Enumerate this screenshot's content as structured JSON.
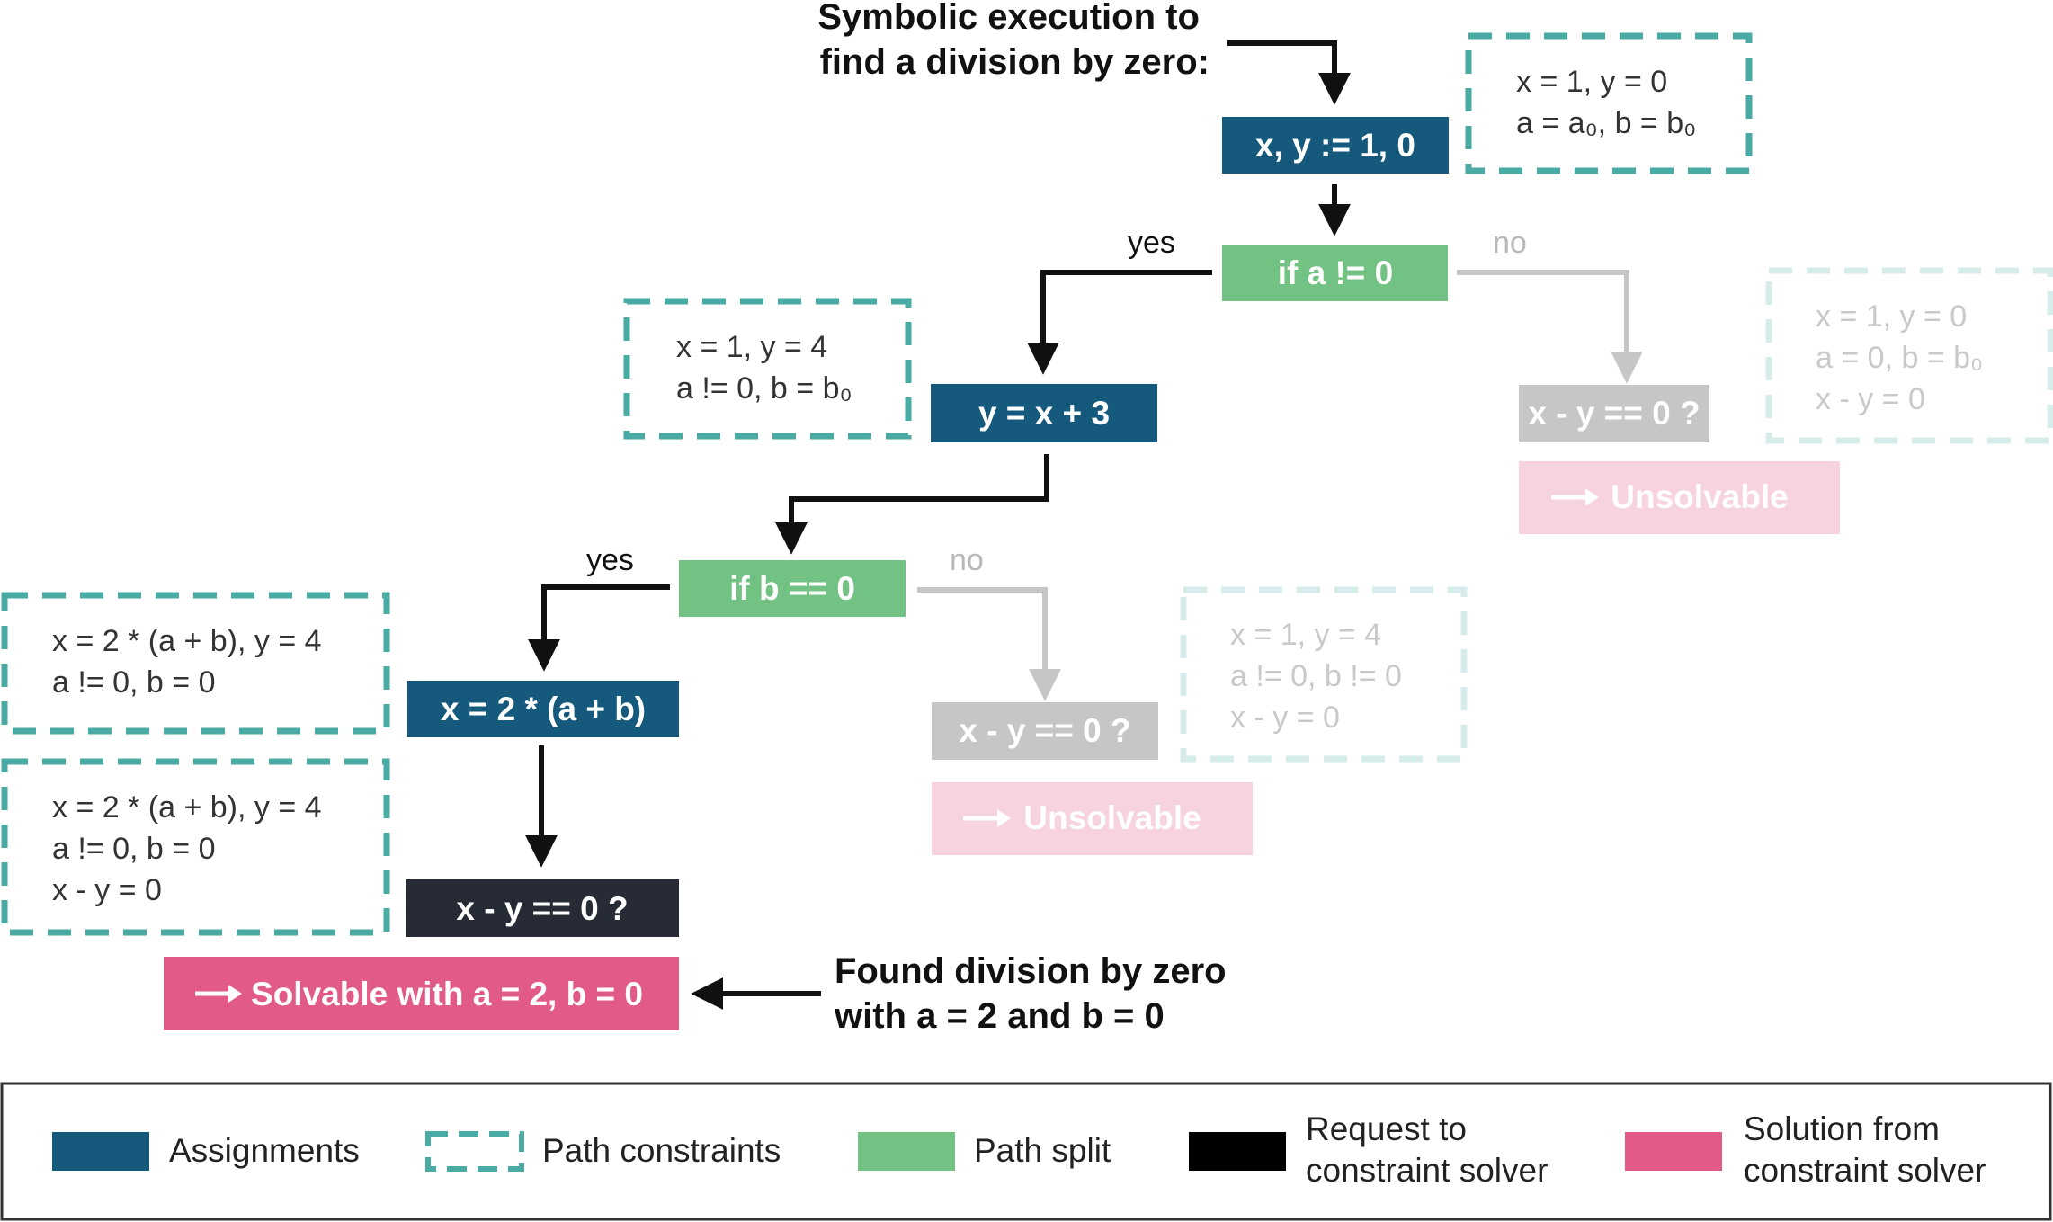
{
  "heading": [
    "Symbolic execution to",
    "find a division by zero:"
  ],
  "found_note": [
    "Found division by zero",
    "with a = 2 and b = 0"
  ],
  "nodes": {
    "init": "x, y := 1, 0",
    "if_a": "if a != 0",
    "y_assign": "y = x + 3",
    "if_b": "if b == 0",
    "x_assign": "x = 2 * (a + b)",
    "request_main": "x - y == 0 ?",
    "request_b_no": "x - y == 0 ?",
    "request_a_no": "x - y == 0 ?",
    "solution_main": "Solvable with a = 2, b = 0",
    "unsolvable_b": "Unsolvable",
    "unsolvable_a": "Unsolvable"
  },
  "branches": {
    "yes_a": "yes",
    "no_a": "no",
    "yes_b": "yes",
    "no_b": "no"
  },
  "constraints": {
    "c1": [
      "x = 1, y = 0",
      "a = a₀, b = b₀"
    ],
    "c2": [
      "x = 1, y = 4",
      "a != 0, b = b₀"
    ],
    "c3": [
      "x = 1, y = 0",
      "a = 0, b = b₀",
      "x - y = 0"
    ],
    "c4": [
      "x = 2 * (a + b), y = 4",
      "a != 0, b = 0"
    ],
    "c5": [
      "x = 2 * (a + b), y = 4",
      "a != 0, b = 0",
      "x - y = 0"
    ],
    "c6": [
      "x = 1, y = 4",
      "a != 0, b != 0",
      "x - y = 0"
    ]
  },
  "legend": {
    "assignments": "Assignments",
    "path_constraints": "Path constraints",
    "path_split": "Path split",
    "request": [
      "Request to",
      "constraint solver"
    ],
    "solution": [
      "Solution from",
      "constraint solver"
    ]
  },
  "colors": {
    "assignment": "#155a7c",
    "path_split": "#72c283",
    "request": "#262b36",
    "solution": "#e25a87",
    "constraint_border": "#4aaaa4",
    "faded_gray": "#c6c6c6",
    "faded_pink": "#f6d3df",
    "faded_teal": "#d5ecea"
  }
}
